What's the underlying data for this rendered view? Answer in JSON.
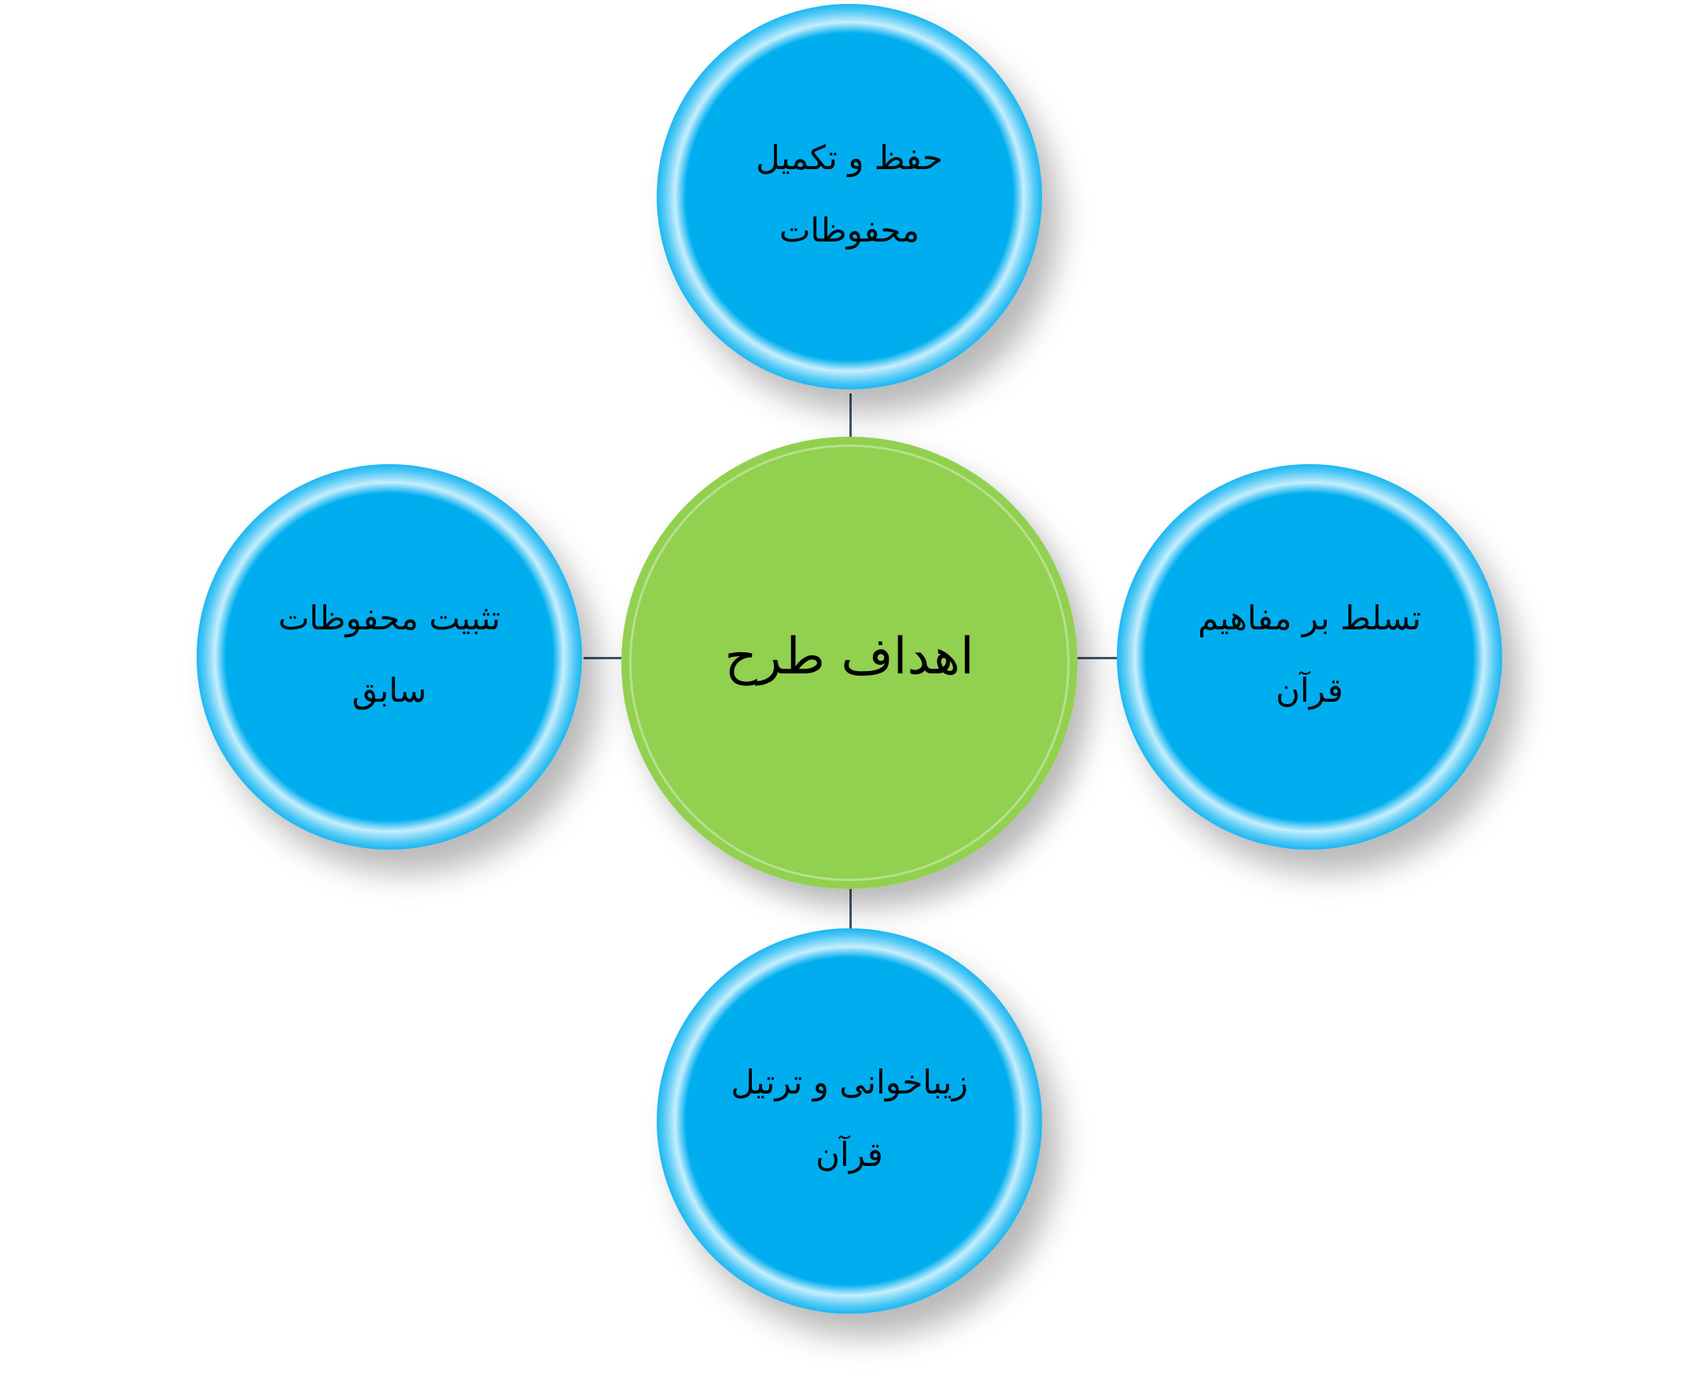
{
  "diagram": {
    "center": {
      "text": "اهداف طرح"
    },
    "top": {
      "lines": [
        "حفظ و تکمیل",
        "محفوظات"
      ]
    },
    "right": {
      "lines": [
        "تسلط بر مفاهیم",
        "قرآن"
      ]
    },
    "bottom": {
      "lines": [
        "زیباخوانی و ترتیل",
        "قرآن"
      ]
    },
    "left": {
      "lines": [
        "تثبیت محفوظات",
        "سابق"
      ]
    },
    "colors": {
      "outer_fill": "#00aeef",
      "center_fill": "#92d050",
      "connector": "#44546a",
      "text": "#000000"
    }
  }
}
